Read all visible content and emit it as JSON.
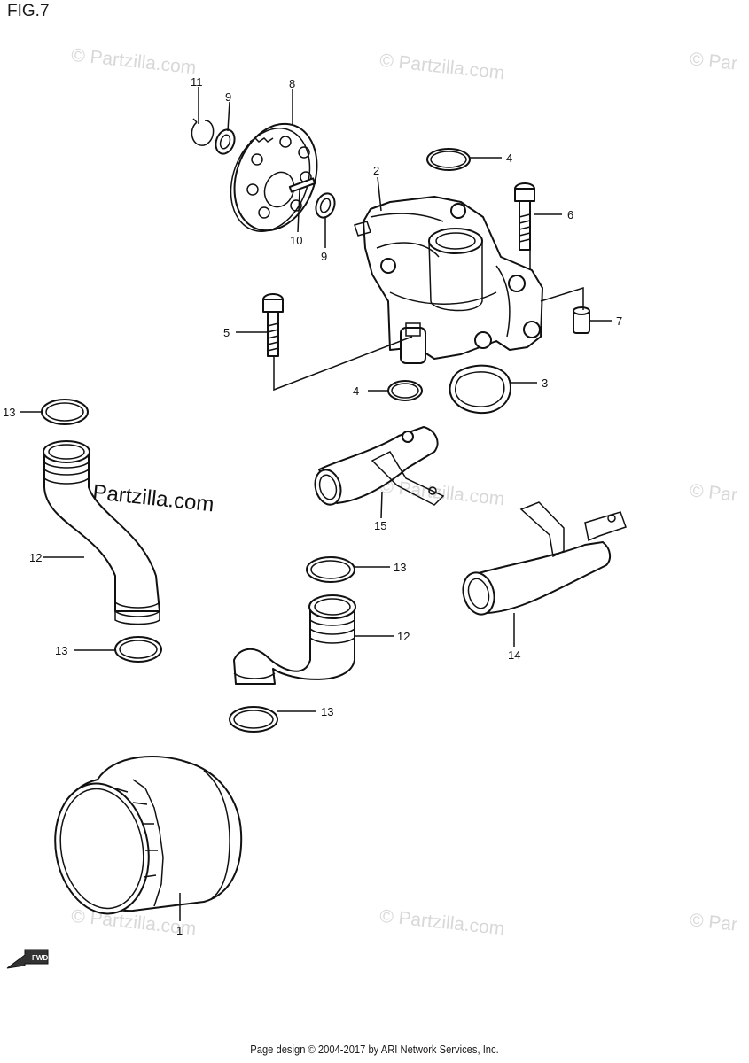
{
  "figure_label": "FIG.7",
  "footer_text": "Page design © 2004-2017 by ARI Network Services, Inc.",
  "watermark_text": "© Partzilla.com",
  "watermark_partial_text": "© Par",
  "fwd_label": "FWD",
  "callouts": [
    {
      "id": "c1",
      "label": "1"
    },
    {
      "id": "c2",
      "label": "2"
    },
    {
      "id": "c3",
      "label": "3"
    },
    {
      "id": "c4a",
      "label": "4"
    },
    {
      "id": "c4b",
      "label": "4"
    },
    {
      "id": "c5",
      "label": "5"
    },
    {
      "id": "c6",
      "label": "6"
    },
    {
      "id": "c7",
      "label": "7"
    },
    {
      "id": "c8",
      "label": "8"
    },
    {
      "id": "c9a",
      "label": "9"
    },
    {
      "id": "c9b",
      "label": "9"
    },
    {
      "id": "c10",
      "label": "10"
    },
    {
      "id": "c11",
      "label": "11"
    },
    {
      "id": "c12a",
      "label": "12"
    },
    {
      "id": "c12b",
      "label": "12"
    },
    {
      "id": "c13a",
      "label": "13"
    },
    {
      "id": "c13b",
      "label": "13"
    },
    {
      "id": "c13c",
      "label": "13"
    },
    {
      "id": "c13d",
      "label": "13"
    },
    {
      "id": "c14",
      "label": "14"
    },
    {
      "id": "c15",
      "label": "15"
    }
  ]
}
